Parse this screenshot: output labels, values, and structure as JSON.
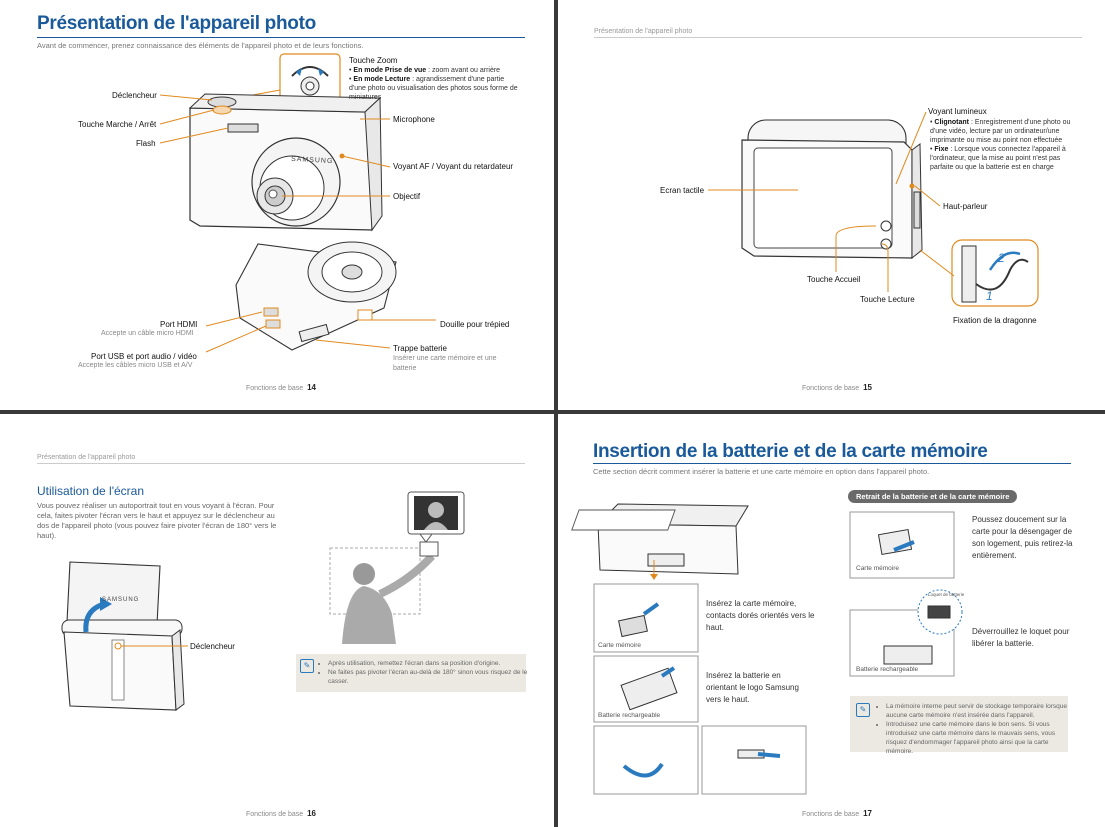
{
  "p14": {
    "title": "Présentation de l'appareil photo",
    "subtitle": "Avant de commencer, prenez connaissance des éléments de l'appareil photo et de leurs fonctions.",
    "zoom_title": "Touche Zoom",
    "zoom_item1_b": "En mode Prise de vue",
    "zoom_item1": " : zoom avant ou arrière",
    "zoom_item2_b": "En mode Lecture",
    "zoom_item2": " : agrandissement d'une partie d'une photo ou visualisation des photos sous forme de miniatures",
    "declencheur": "Déclencheur",
    "marche": "Touche Marche / Arrêt",
    "flash": "Flash",
    "microphone": "Microphone",
    "voyant_af": "Voyant AF / Voyant du retardateur",
    "objectif": "Objectif",
    "hdmi": "Port HDMI",
    "hdmi_sub": "Accepte un câble micro HDMI",
    "usb": "Port USB et port audio / vidéo",
    "usb_sub": "Accepte les câbles micro USB et A/V",
    "douille": "Douille pour trépied",
    "trappe": "Trappe batterie",
    "trappe_sub": "Insérer une carte mémoire et une batterie",
    "footer_text": "Fonctions de base",
    "page_num": "14",
    "brand": "SAMSUNG"
  },
  "p15": {
    "runner": "Présentation de l'appareil photo",
    "voyant_title": "Voyant lumineux",
    "cligno_b": "Clignotant",
    "cligno": " : Enregistrement d'une photo ou d'une vidéo, lecture par un ordinateur/une imprimante ou mise au point non effectuée",
    "fixe_b": "Fixe",
    "fixe": " : Lorsque vous connectez l'appareil à l'ordinateur, que la mise au point n'est pas parfaite ou que la batterie est en charge",
    "ecran": "Ecran tactile",
    "haut_parleur": "Haut-parleur",
    "accueil": "Touche Accueil",
    "lecture": "Touche Lecture",
    "dragonne": "Fixation de la dragonne",
    "footer_text": "Fonctions de base",
    "page_num": "15"
  },
  "p16": {
    "runner": "Présentation de l'appareil photo",
    "section": "Utilisation de l'écran",
    "para": "Vous pouvez réaliser un autoportrait tout en vous voyant à l'écran. Pour cela, faites pivoter l'écran vers le haut et appuyez sur le déclencheur au dos de l'appareil photo (vous pouvez faire pivoter l'écran de 180° vers le haut).",
    "declencheur": "Déclencheur",
    "note1": "Après utilisation, remettez l'écran dans sa position d'origine.",
    "note2": "Ne faites pas pivoter l'écran au-delà de 180° sinon vous risquez de le casser.",
    "footer_text": "Fonctions de base",
    "page_num": "16",
    "brand": "SAMSUNG"
  },
  "p17": {
    "title": "Insertion de la batterie et de la carte mémoire",
    "subtitle": "Cette section décrit comment insérer la batterie et une carte mémoire en option dans l'appareil photo.",
    "step1": "Insérez la carte mémoire, contacts dorés orientés vers le haut.",
    "step2": "Insérez la batterie en orientant le logo Samsung vers le haut.",
    "cap_carte": "Carte mémoire",
    "cap_batt": "Batterie rechargeable",
    "retrait": "Retrait de la batterie et de la carte mémoire",
    "step3": "Poussez doucement sur la carte pour la désengager de son logement, puis retirez-la entièrement.",
    "step4": "Déverrouillez le loquet pour libérer la batterie.",
    "cap_carte2": "Carte mémoire",
    "cap_batt2": "Batterie rechargeable",
    "loquet": "Loquet de batterie",
    "note1": "La mémoire interne peut servir de stockage temporaire lorsque aucune carte mémoire n'est insérée dans l'appareil.",
    "note2": "Introduisez une carte mémoire dans le bon sens. Si vous introduisez une carte mémoire dans le mauvais sens, vous risquez d'endommager l'appareil photo ainsi que la carte mémoire.",
    "footer_text": "Fonctions de base",
    "page_num": "17"
  }
}
